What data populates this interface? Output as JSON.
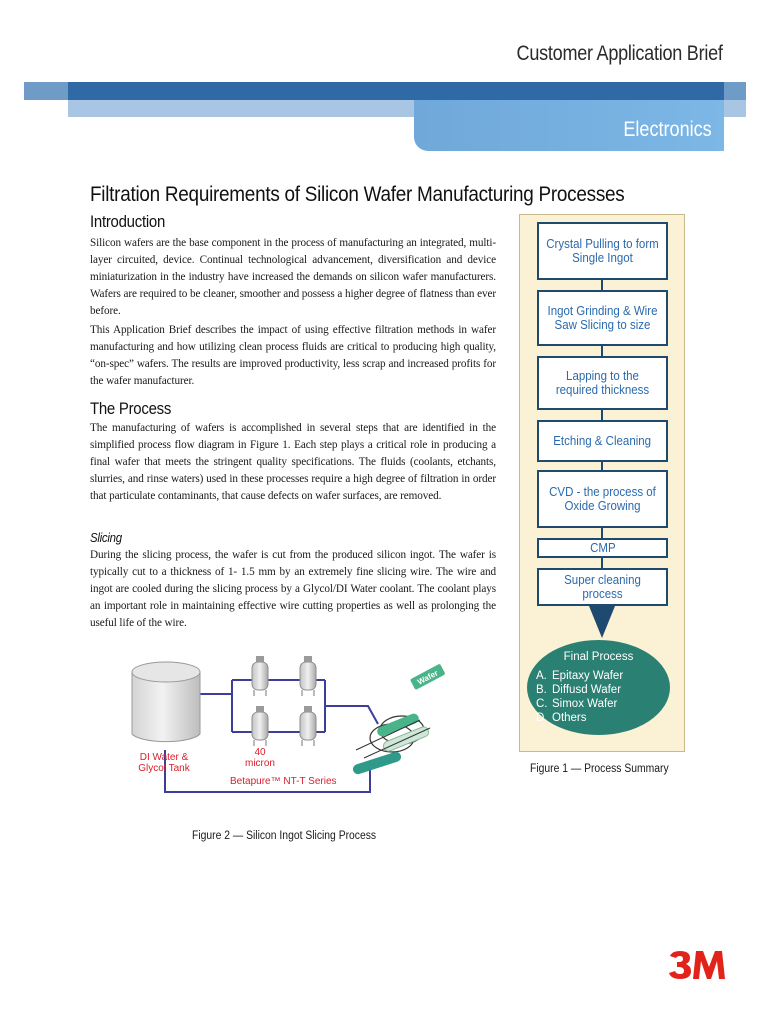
{
  "header": {
    "doc_type": "Customer Application Brief",
    "section": "Electronics"
  },
  "title": "Filtration Requirements of Silicon Wafer Manufacturing Processes",
  "sections": {
    "intro_heading": "Introduction",
    "intro_p1": "Silicon wafers are the base component in the process of manufacturing an integrated, multi-layer circuited, device. Continual technological advancement, diversification and device miniaturization in the industry have increased the demands on silicon wafer manufacturers. Wafers are required to be cleaner, smoother and possess a higher degree of flatness than ever before.",
    "intro_p2": "This Application Brief describes the impact of using effective filtration methods in wafer manufacturing and how utilizing clean process fluids are critical to producing high quality, “on-spec” wafers. The results are improved productivity, less scrap and increased profits for the wafer manufacturer.",
    "process_heading": "The Process",
    "process_p1": "The manufacturing of wafers is accomplished in several steps that are identified in the simplified process flow diagram in Figure 1. Each step plays a critical role in producing a final wafer that meets the stringent quality specifications. The fluids (coolants, etchants, slurries, and rinse waters) used in these processes require a high degree of filtration in order that particulate contaminants, that cause defects on wafer surfaces, are removed.",
    "slicing_heading": "Slicing",
    "slicing_p1": "During the slicing process, the wafer is cut from the produced silicon ingot. The wafer is typically cut to a thickness of 1- 1.5 mm by an extremely fine slicing wire. The wire and ingot are cooled during the slicing process by a Glycol/DI Water coolant. The coolant plays an important role in maintaining effective wire cutting properties as well as prolonging the useful life of the wire."
  },
  "figure1": {
    "steps": [
      "Crystal Pulling to form Single Ingot",
      "Ingot Grinding & Wire Saw Slicing to size",
      "Lapping to the required thickness",
      "Etching & Cleaning",
      "CVD - the process of Oxide Growing",
      "CMP",
      "Super cleaning process"
    ],
    "final_title": "Final Process",
    "final_items": [
      {
        "letter": "A.",
        "text": "Epitaxy Wafer"
      },
      {
        "letter": "B.",
        "text": "Diffusd Wafer"
      },
      {
        "letter": "C.",
        "text": "Simox Wafer"
      },
      {
        "letter": "D.",
        "text": "Others"
      }
    ],
    "caption": "Figure 1 — Process Summary"
  },
  "figure2": {
    "tank_label_1": "DI Water &",
    "tank_label_2": "Glycol Tank",
    "micron_value": "40",
    "micron_unit": "micron",
    "series_label": "Betapure™  NT-T Series",
    "wafer_label": "Wafer",
    "caption": "Figure 2  — Silicon Ingot Slicing Process"
  },
  "logo": {
    "text": "3M",
    "color": "#e2231a"
  },
  "colors": {
    "band_dark": "#2f6aa6",
    "band_light": "#a9c5e4",
    "panel_blue": "#7cb7e6",
    "flow_border": "#1d4a6e",
    "flow_text": "#2a6aad",
    "final_green": "#2a8072",
    "label_red": "#d8202a"
  }
}
